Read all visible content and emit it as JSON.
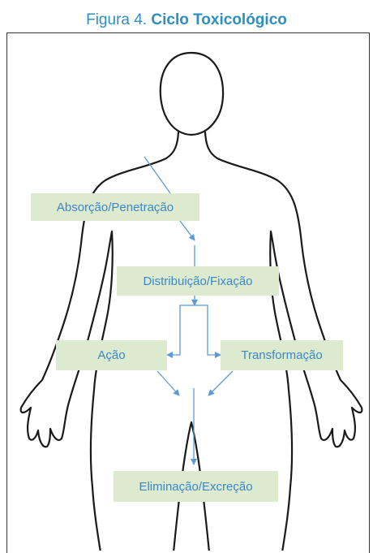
{
  "figure": {
    "title_prefix": "Figura 4.",
    "title_bold": "Ciclo Toxicológico"
  },
  "stages": {
    "absorption": "Absorção/Penetração",
    "distribution": "Distribuição/Fixação",
    "action": "Ação",
    "transformation": "Transformação",
    "elimination": "Eliminação/Excreção"
  },
  "colors": {
    "title": "#2e8fbf",
    "label_bg": "#dcebd0",
    "label_text": "#3b86c6",
    "arrow": "#5b9bd5",
    "outline": "#1a1a1a"
  }
}
